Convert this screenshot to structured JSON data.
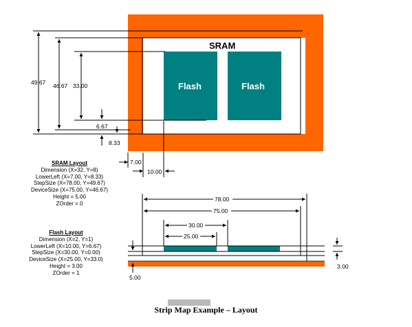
{
  "labels": {
    "sram": "SRAM",
    "flash": "Flash"
  },
  "dimensions_upper": {
    "d49_67": "49.67",
    "d46_67": "46.67",
    "d33_00": "33.00",
    "d6_67": "6.67",
    "d8_33": "8.33",
    "d7_00": "7.00",
    "d10_00": "10.00"
  },
  "dimensions_lower": {
    "d78_00": "78.00",
    "d75_00": "75.00",
    "d30_00": "30.00",
    "d25_00": "25.00",
    "d3_00": "3.00",
    "d5_00": "5.00"
  },
  "sram_layout": {
    "title": "SRAM Layout",
    "lines": [
      "Dimension (X=32, Y=8)",
      "LowerLeft (X=7.00, Y=8.33)",
      "StepSize (X=78.00, Y=49.67)",
      "DeviceSize (X=75.00, Y=46.67)",
      "Height = 5.00",
      "ZOrder = 0"
    ]
  },
  "flash_layout": {
    "title": "Flash Layout",
    "lines": [
      "Dimension (X=2, Y=1)",
      "LowerLeft (X=10.00, Y=6.67)",
      "StepSize (X=30.00, Y=0.00)",
      "DeviceSize (X=25.00, Y=33.0)",
      "Height = 3.00",
      "ZOrder = 1"
    ]
  },
  "caption": "Strip Map Example – Layout",
  "colors": {
    "strip": "#FF6600",
    "flash": "#008080",
    "line": "#000000"
  }
}
